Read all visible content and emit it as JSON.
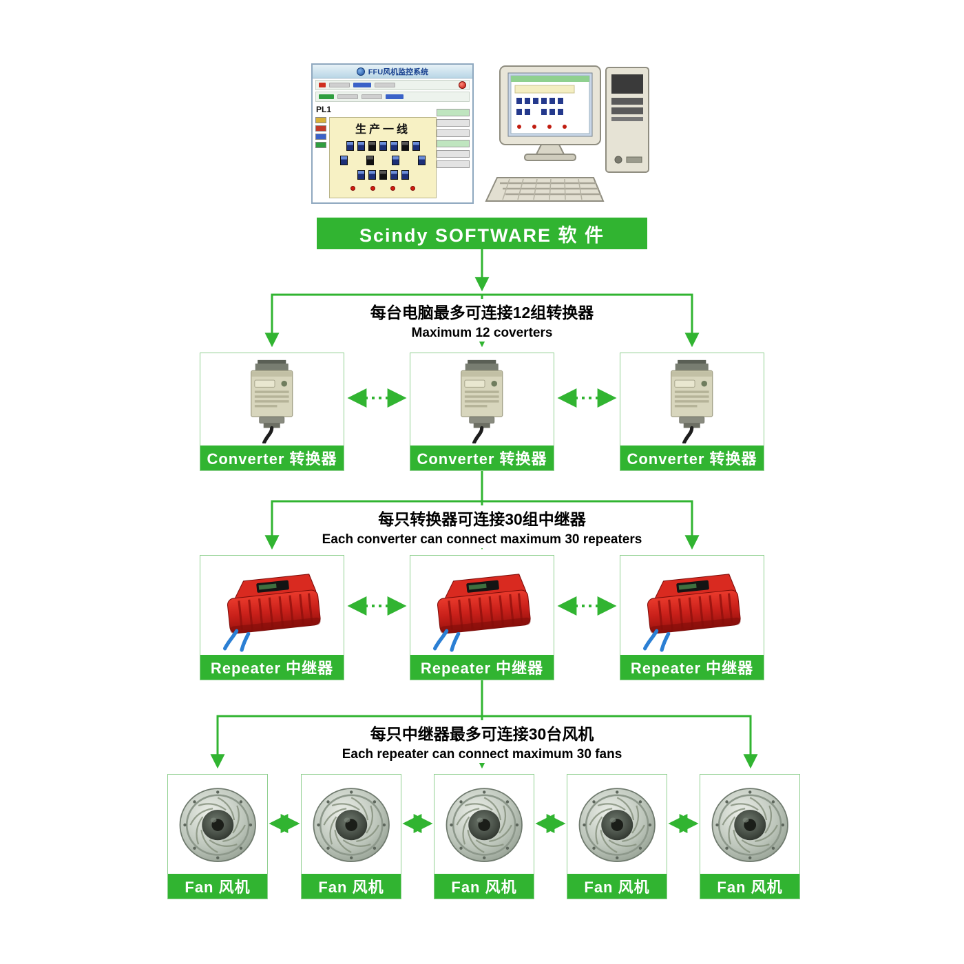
{
  "colors": {
    "green": "#31b431"
  },
  "computer": {
    "banner_label": "Scindy SOFTWARE  软 件",
    "screen_title": "FFU风机监控系统",
    "area_label": "PL1",
    "line_name": "生产一线"
  },
  "levels": {
    "converter": {
      "note_zh": "每台电脑最多可连接12组转换器",
      "note_en": "Maximum 12 coverters",
      "label": "Converter  转换器"
    },
    "repeater": {
      "note_zh": "每只转换器可连接30组中继器",
      "note_en": "Each converter can connect maximum 30 repeaters",
      "label": "Repeater  中继器"
    },
    "fan": {
      "note_zh": "每只中继器最多可连接30台风机",
      "note_en": "Each repeater can connect maximum 30 fans",
      "label": "Fan  风机"
    }
  }
}
